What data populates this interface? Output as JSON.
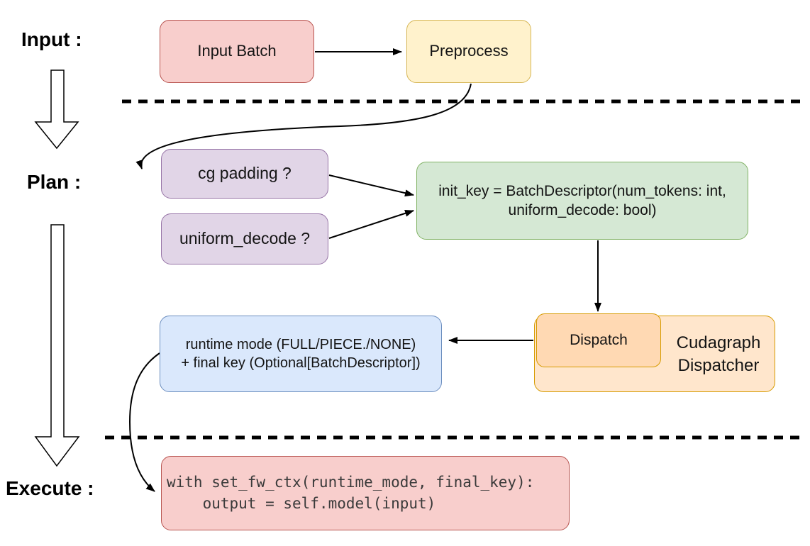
{
  "stage_labels": {
    "input": "Input :",
    "plan": "Plan :",
    "execute": "Execute :"
  },
  "nodes": {
    "input_batch": {
      "label": "Input Batch"
    },
    "preprocess": {
      "label": "Preprocess"
    },
    "cg_padding": {
      "label": "cg padding ?"
    },
    "uniform_decode": {
      "label": "uniform_decode ?"
    },
    "init_key": {
      "line1": "init_key = BatchDescriptor(num_tokens: int,",
      "line2": "uniform_decode: bool)"
    },
    "dispatch": {
      "label": "Dispatch"
    },
    "cudagraph_dispatcher": {
      "line1": "Cudagraph",
      "line2": "Dispatcher"
    },
    "runtime_result": {
      "line1": "runtime mode (FULL/PIECE./NONE)",
      "line2": "+ final key (Optional[BatchDescriptor])"
    },
    "execute_code": {
      "line1": "with set_fw_ctx(runtime_mode, final_key):",
      "line2": "    output = self.model(input)"
    }
  },
  "colors": {
    "pink_fill": "#f8cecc",
    "pink_stroke": "#b85450",
    "yellow_fill": "#fff2cc",
    "yellow_stroke": "#d6b656",
    "purple_fill": "#e1d5e7",
    "purple_stroke": "#9673a6",
    "green_fill": "#d5e8d4",
    "green_stroke": "#82b366",
    "blue_fill": "#dae8fc",
    "blue_stroke": "#6c8ebf",
    "orange_fill": "#ffe6cc",
    "orange_stroke": "#d79b00",
    "dispatch_fill": "#ffd9b3",
    "arrow": "#000000"
  }
}
